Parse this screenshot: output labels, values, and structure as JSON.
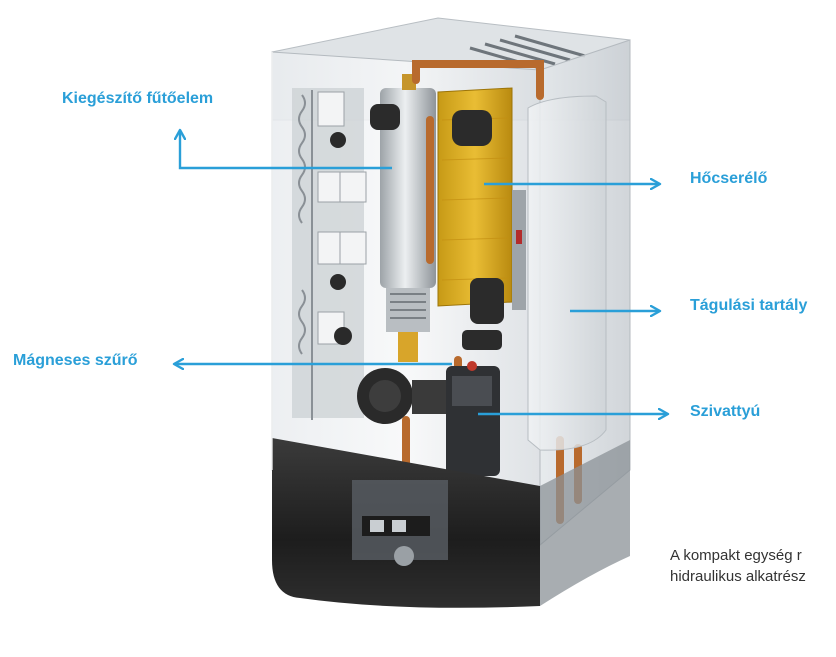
{
  "diagram": {
    "accent_color": "#2a9fd8",
    "labels": {
      "heating_element": "Kiegészítő fűtőelem",
      "heat_exchanger": "Hőcserélő",
      "expansion_tank": "Tágulási tartály",
      "magnetic_filter": "Mágneses szűrő",
      "pump": "Szivattyú"
    },
    "caption": {
      "line1": "A kompakt egység r",
      "line2": "hidraulikus alkatrész"
    }
  }
}
